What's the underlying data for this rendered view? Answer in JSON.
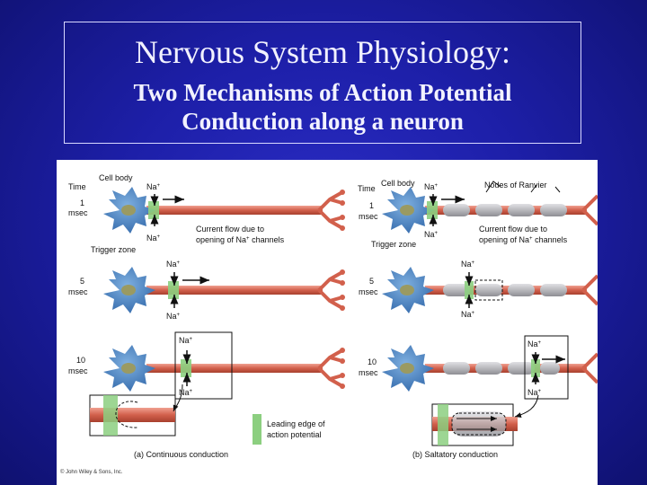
{
  "slide": {
    "title": "Nervous System Physiology:",
    "subtitle_line1": "Two Mechanisms of Action Potential",
    "subtitle_line2": "Conduction along a neuron"
  },
  "figure": {
    "time_label": "Time",
    "cell_body": "Cell body",
    "na": "Na",
    "plus": "+",
    "nodes_label": "Nodes of Ranvier",
    "trigger_zone": "Trigger zone",
    "current_line1": "Current flow due to",
    "current_line2_pre": "opening of Na",
    "current_line2_post": " channels",
    "times": [
      {
        "num": "1",
        "unit": "msec"
      },
      {
        "num": "5",
        "unit": "msec"
      },
      {
        "num": "10",
        "unit": "msec"
      }
    ],
    "leading_line1": "Leading edge of",
    "leading_line2": "action potential",
    "caption_a": "(a) Continuous conduction",
    "caption_b": "(b) Saltatory conduction",
    "copyright": "© John Wiley & Sons, Inc."
  },
  "colors": {
    "background": "#1d1fa8",
    "axon": "#d2604c",
    "cell_body": "#4a88c6",
    "nucleus": "#9a9a62",
    "leading_edge": "#8ccf80",
    "myelin": "#b8b8bc"
  }
}
